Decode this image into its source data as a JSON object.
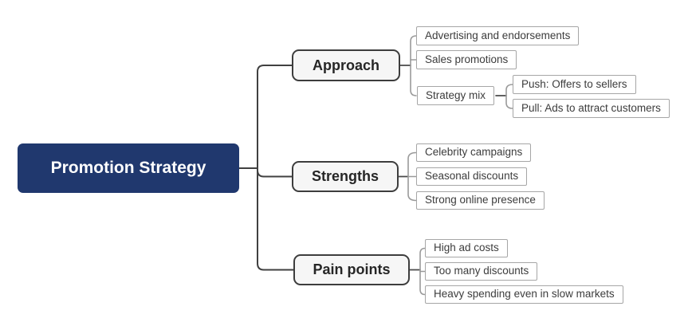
{
  "mindmap": {
    "root": {
      "label": "Promotion Strategy"
    },
    "branches": [
      {
        "label": "Approach",
        "children": [
          {
            "label": "Advertising and endorsements"
          },
          {
            "label": "Sales promotions"
          },
          {
            "label": "Strategy mix",
            "children": [
              {
                "label": "Push: Offers to sellers"
              },
              {
                "label": "Pull: Ads to attract customers"
              }
            ]
          }
        ]
      },
      {
        "label": "Strengths",
        "children": [
          {
            "label": "Celebrity campaigns"
          },
          {
            "label": "Seasonal discounts"
          },
          {
            "label": "Strong online presence"
          }
        ]
      },
      {
        "label": "Pain points",
        "children": [
          {
            "label": "High ad costs"
          },
          {
            "label": "Too many discounts"
          },
          {
            "label": "Heavy spending even in slow markets"
          }
        ]
      }
    ]
  },
  "colors": {
    "canvas_bg": "#FFFFFF",
    "root_fill": "#20386E",
    "root_text": "#FFFFFF",
    "branch_fill": "#F6F6F6",
    "branch_border": "#3D3D3D",
    "branch_text": "#262626",
    "child_fill": "#FFFFFF",
    "child_border": "#A6A6A6",
    "child_text": "#3C3C3C",
    "connector_main": "#404040",
    "connector_sub": "#9A9A9A"
  }
}
